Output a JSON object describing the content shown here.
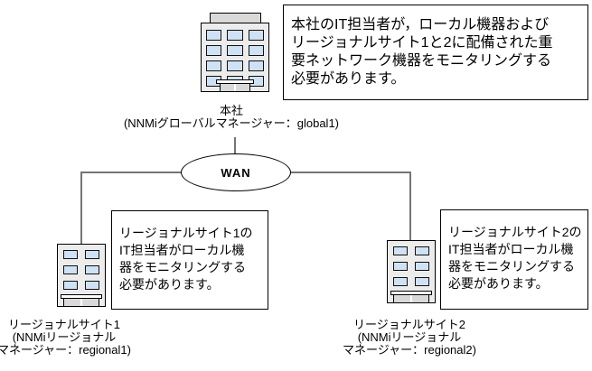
{
  "hq": {
    "caption": "本社\n(NNMiグローバルマネージャー：global1)",
    "note": "本社のIT担当者が，ローカル機器および\nリージョナルサイト1と2に配備された重\n要ネットワーク機器をモニタリングする\n必要があります。"
  },
  "wan": {
    "label": "WAN"
  },
  "site1": {
    "caption": "リージョナルサイト1\n(NNMiリージョナル\nマネージャー：regional1)",
    "note": "リージョナルサイト1の\nIT担当者がローカル機\n器をモニタリングする\n必要があります。"
  },
  "site2": {
    "caption": "リージョナルサイト2\n(NNMiリージョナル\nマネージャー：regional2)",
    "note": "リージョナルサイト2の\nIT担当者がローカル機\n器をモニタリングする\n必要があります。"
  },
  "colors": {
    "building_body": "#ececec",
    "building_roof": "#d9d9d9",
    "window": "#cfe2f5",
    "door": "#d9d9d9",
    "connector": "#757575",
    "border": "#000000",
    "background": "#ffffff"
  }
}
